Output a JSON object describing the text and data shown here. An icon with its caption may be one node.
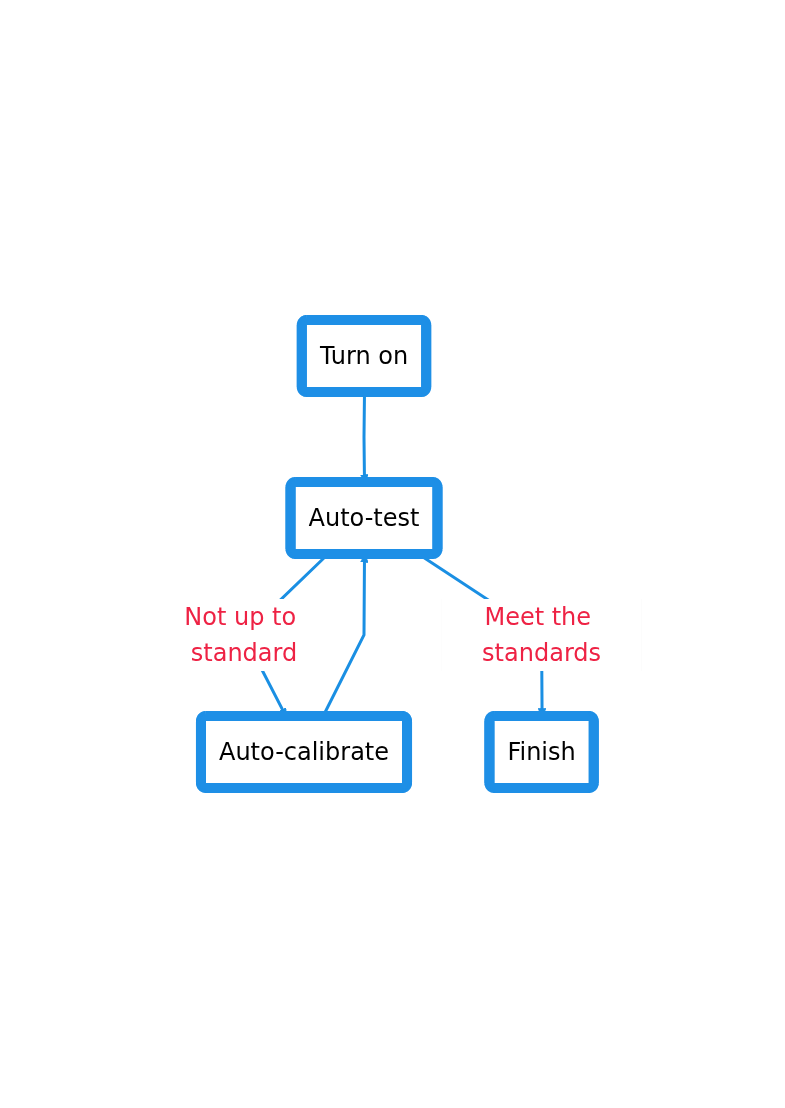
{
  "diagram": {
    "nodes": [
      {
        "text": [
          "Turn on"
        ]
      },
      {
        "text": [
          "Auto-test"
        ]
      },
      {
        "text": [
          "Auto-calibrate"
        ]
      },
      {
        "text": [
          "Finish"
        ]
      }
    ],
    "edges": [
      {
        "from": 0,
        "to": 1,
        "arrow": "to"
      },
      {
        "from": 2,
        "to": 1,
        "arrow": "to"
      },
      {
        "from": 1,
        "to": 2,
        "arrow": "to",
        "label": "Not up to standard"
      },
      {
        "from": 1,
        "to": 3,
        "arrow": "to",
        "label": "Meet the standards"
      }
    ]
  }
}
